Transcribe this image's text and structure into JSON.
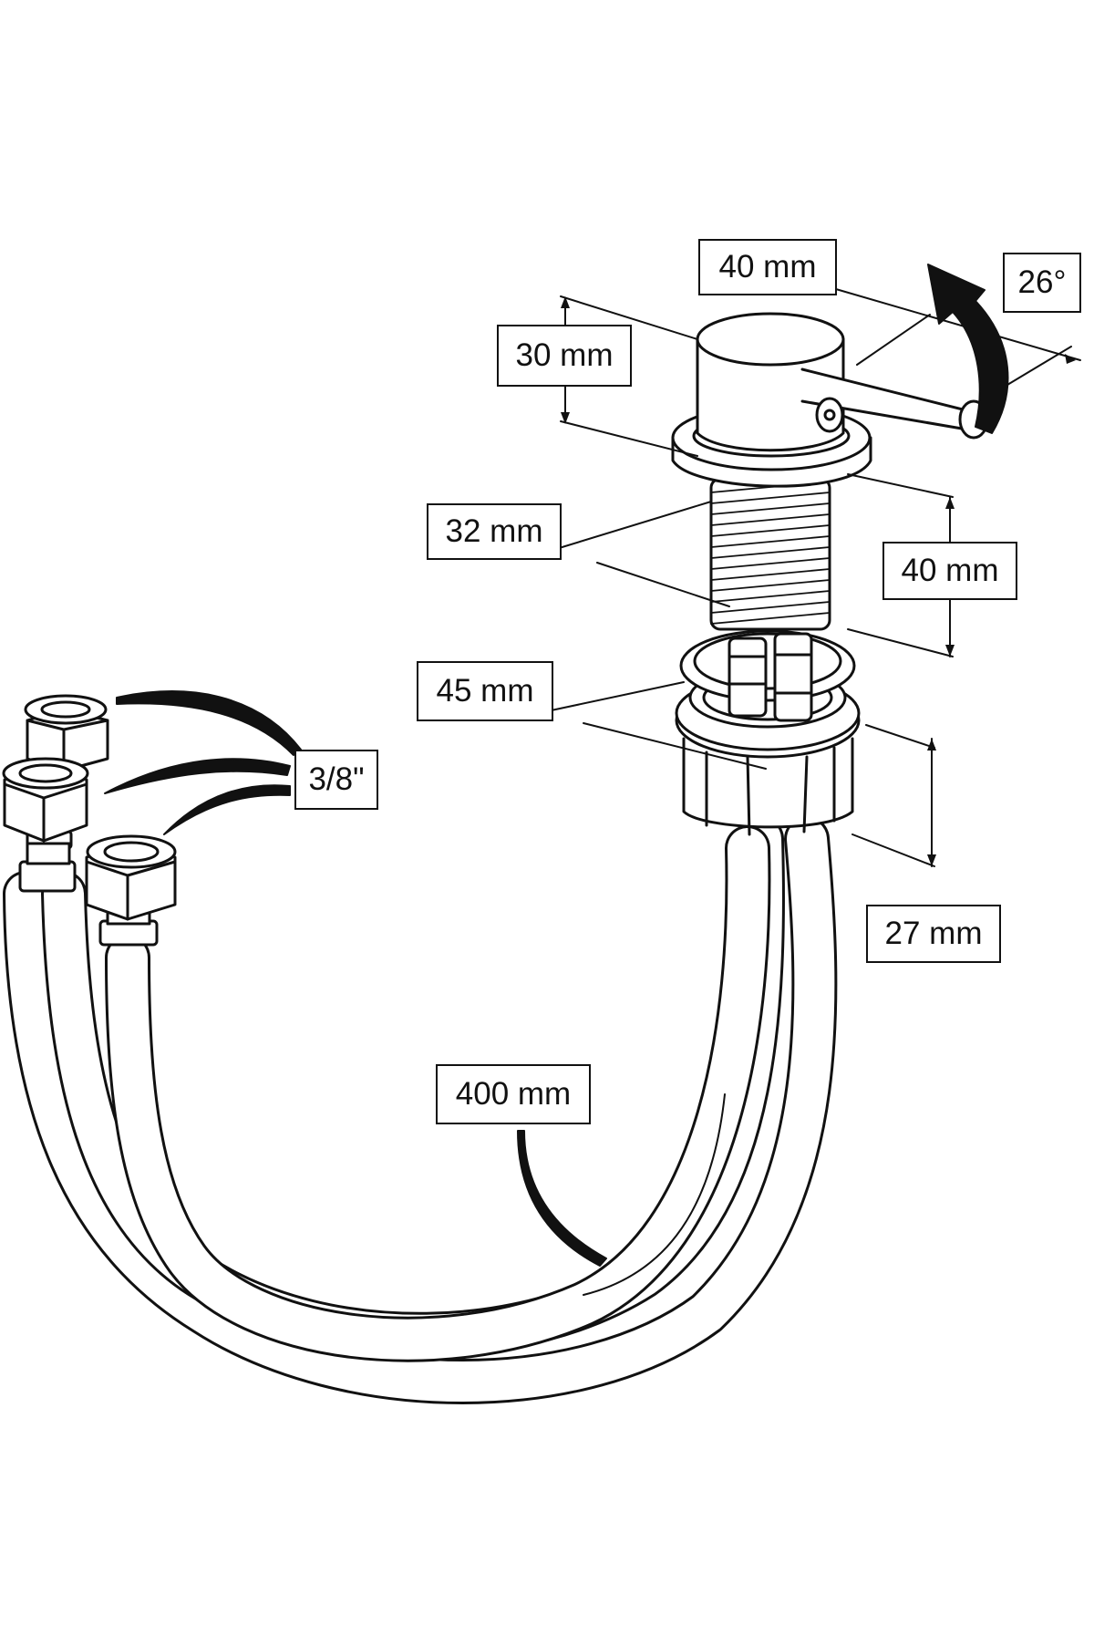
{
  "labels": {
    "handle_length": "40 mm",
    "handle_height": "30 mm",
    "angle": "26°",
    "thread_diameter": "32 mm",
    "thread_length": "40 mm",
    "nut_diameter": "45 mm",
    "nut_height": "27 mm",
    "connection_size": "3/8\"",
    "hose_length": "400 mm"
  },
  "colors": {
    "line": "#111111",
    "fill": "#ffffff",
    "shade": "#f2f2f2"
  }
}
